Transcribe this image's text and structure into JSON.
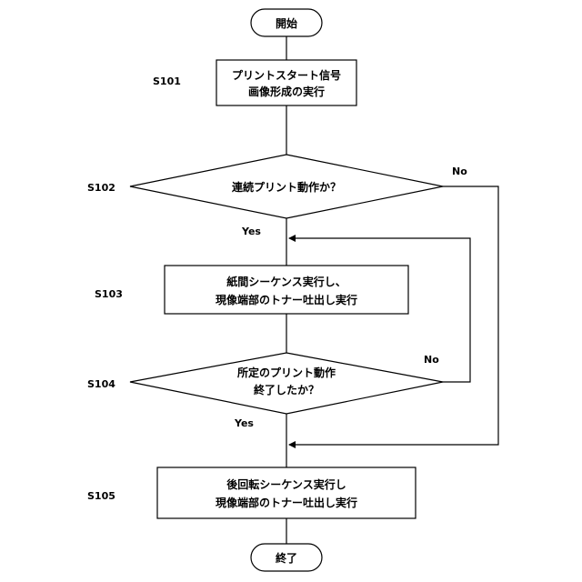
{
  "start": {
    "label": "開始"
  },
  "end": {
    "label": "終了"
  },
  "steps": {
    "s101": {
      "id": "S101",
      "line1": "プリントスタート信号",
      "line2": "画像形成の実行"
    },
    "s102": {
      "id": "S102",
      "line1": "連続プリント動作か？"
    },
    "s103": {
      "id": "S103",
      "line1": "紙間シーケンス実行し、",
      "line2": "現像端部のトナー吐出し実行"
    },
    "s104": {
      "id": "S104",
      "line1": "所定のプリント動作",
      "line2": "終了したか？"
    },
    "s105": {
      "id": "S105",
      "line1": "後回転シーケンス実行し",
      "line2": "現像端部のトナー吐出し実行"
    }
  },
  "branches": {
    "s102_yes": "Yes",
    "s102_no": "No",
    "s104_yes": "Yes",
    "s104_no": "No"
  }
}
